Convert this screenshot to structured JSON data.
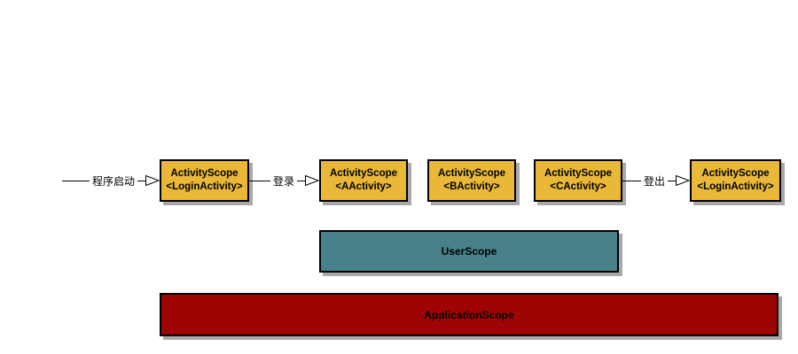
{
  "diagram": {
    "title_implicit": "scope-lifecycle-diagram",
    "colors": {
      "activity_fill": "#e9b838",
      "user_fill": "#47818a",
      "app_fill": "#9e0404",
      "border": "#000000",
      "shadow": "#a9a9a9",
      "background": "#ffffff"
    },
    "activity_boxes": [
      {
        "line1": "ActivityScope",
        "line2": "<LoginActivity>"
      },
      {
        "line1": "ActivityScope",
        "line2": "<AActivity>"
      },
      {
        "line1": "ActivityScope",
        "line2": "<BActivity>"
      },
      {
        "line1": "ActivityScope",
        "line2": "<CActivity>"
      },
      {
        "line1": "ActivityScope",
        "line2": "<LoginActivity>"
      }
    ],
    "transitions": [
      {
        "label": "程序启动"
      },
      {
        "label": "登录"
      },
      {
        "label": "登出"
      }
    ],
    "user_scope_label": "UserScope",
    "application_scope_label": "ApplicationScope"
  }
}
